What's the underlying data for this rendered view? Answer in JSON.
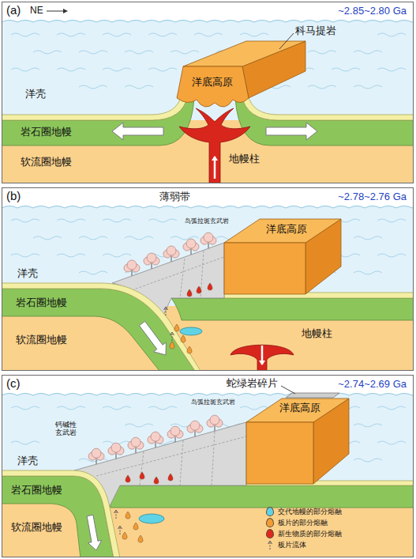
{
  "diagram": {
    "nodes": [
      {
        "text": [
          "(a)",
          "~2.85~2.80 Ga"
        ]
      },
      {
        "text": [
          "(b)",
          "~2.78~2.76 Ga"
        ]
      },
      {
        "text": [
          "(c)",
          "~2.74~2.69 Ga"
        ]
      }
    ],
    "labels": [
      "NE",
      "科马提岩",
      "洋底高原",
      "洋壳",
      "岩石圈地幔",
      "软流圈地幔",
      "地幔柱",
      "薄弱带",
      "岛弧拉斑玄武岩",
      "洋底高原",
      "洋壳",
      "岩石圈地幔",
      "软流圈地幔",
      "地幔柱",
      "蛇绿岩碎片",
      "岛弧拉斑玄武岩",
      "洋底高原",
      "钙碱性玄武岩",
      "洋壳",
      "岩石圈地幔",
      "软流圈地幔"
    ],
    "legend": [
      {
        "text": "交代地幔的部分熔融",
        "color": "#5fd3e6"
      },
      {
        "text": "板片的部分熔融",
        "color": "#f39c33"
      },
      {
        "text": "新生物质的部分熔融",
        "color": "#e0281c"
      },
      {
        "text": "板片流体"
      }
    ]
  }
}
